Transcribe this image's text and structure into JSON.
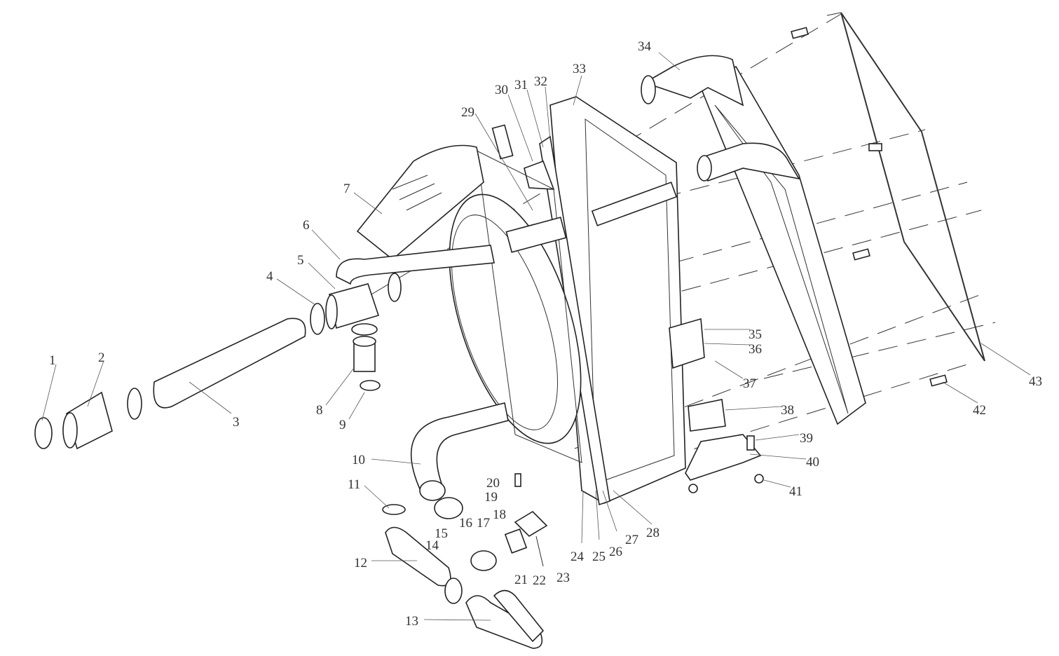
{
  "diagram": {
    "type": "exploded-parts-diagram",
    "callouts": [
      "1",
      "2",
      "3",
      "4",
      "5",
      "6",
      "7",
      "8",
      "9",
      "10",
      "11",
      "12",
      "13",
      "14",
      "15",
      "16",
      "17",
      "18",
      "19",
      "20",
      "21",
      "22",
      "23",
      "24",
      "25",
      "26",
      "27",
      "28",
      "29",
      "30",
      "31",
      "32",
      "33",
      "34",
      "35",
      "36",
      "37",
      "38",
      "39",
      "40",
      "41",
      "42",
      "43"
    ],
    "line_color": "#222222",
    "background": "#ffffff"
  }
}
